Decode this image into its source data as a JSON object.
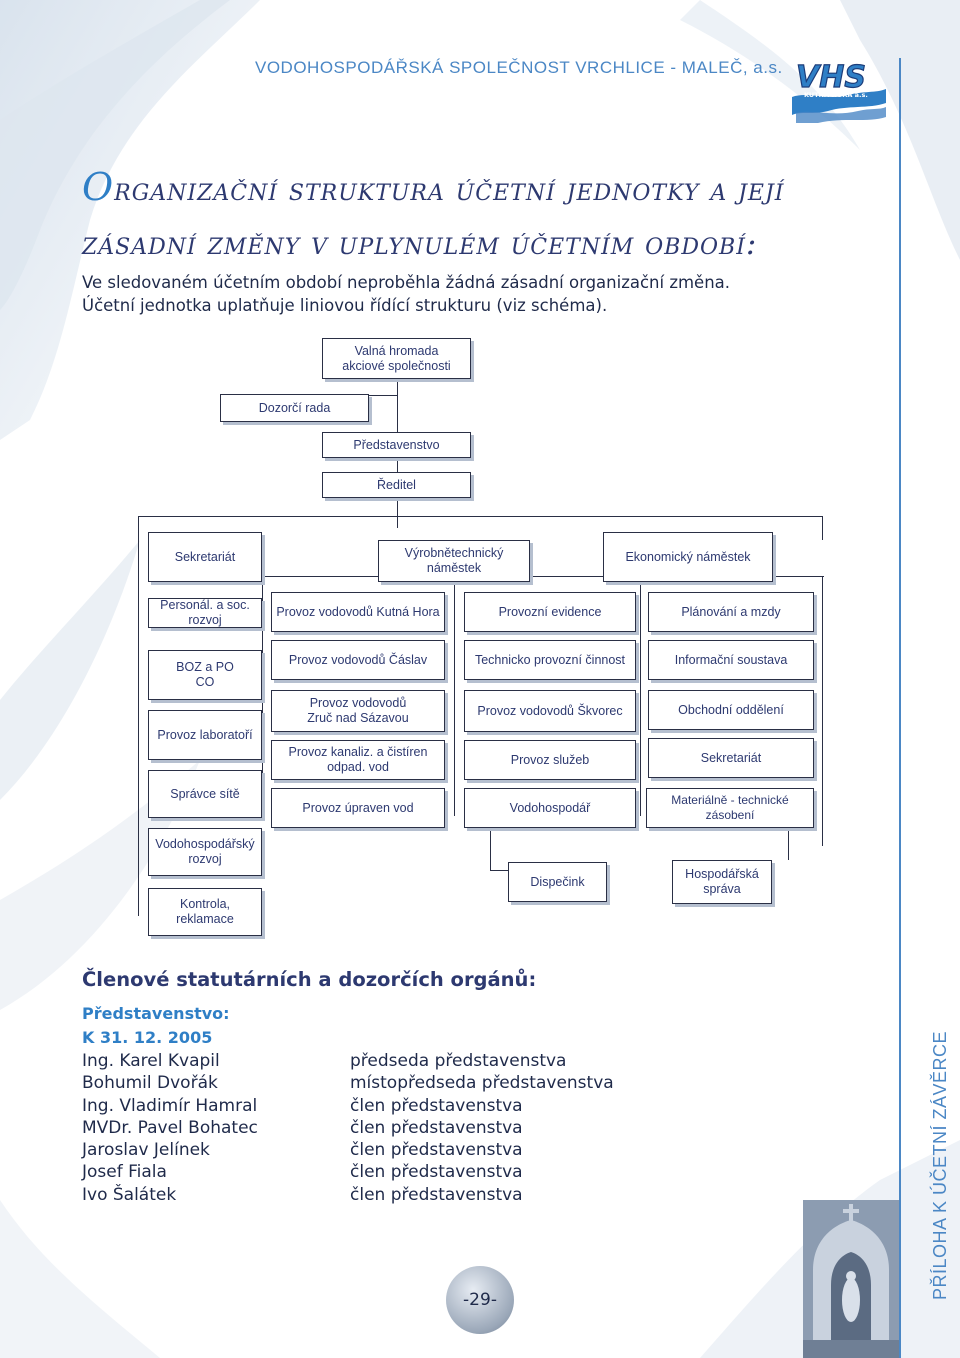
{
  "header": {
    "company": "VODOHOSPODÁŘSKÁ SPOLEČNOST VRCHLICE - MALEČ, a.s.",
    "logo_text": "VHS",
    "logo_subtext": "KUTNÁ HORA a.s."
  },
  "title": {
    "first_letter": "O",
    "line1_rest": "rganizační struktura účetní jednotky a její",
    "line2": "zásadní změny v uplynulém účetním období:"
  },
  "intro": {
    "line1": "Ve sledovaném účetním období neproběhla žádná zásadní organizační změna.",
    "line2": "Účetní jednotka uplatňuje liniovou řídící strukturu (viz schéma)."
  },
  "org_chart": {
    "valna_hromada": "Valná hromada\nakciové společnosti",
    "dozorci_rada": "Dozorčí rada",
    "predstavenstvo": "Představenstvo",
    "reditel": "Ředitel",
    "sekretariat": "Sekretariát",
    "vyrobne_technicky": "Výrobnětechnický náměstek",
    "ekonomicky": "Ekonomický náměstek",
    "col1": [
      "Personál. a soc. rozvoj",
      "BOZ a PO\nCO",
      "Provoz laboratoří",
      "Správce sítě",
      "Vodohospodářský\nrozvoj",
      "Kontrola, reklamace"
    ],
    "col2": [
      "Provoz vodovodů Kutná Hora",
      "Provoz vodovodů Čáslav",
      "Provoz vodovodů\nZruč nad Sázavou",
      "Provoz kanaliz. a čistíren\nodpad. vod",
      "Provoz úpraven vod"
    ],
    "col3": [
      "Provozní evidence",
      "Technicko provozní činnost",
      "Provoz vodovodů Škvorec",
      "Provoz služeb",
      "Vodohospodář",
      "Dispečink"
    ],
    "col4": [
      "Plánování a mzdy",
      "Informační soustava",
      "Obchodní oddělení",
      "Sekretariát",
      "Materiálně - technické zásobení",
      "Hospodářská\nspráva"
    ]
  },
  "members": {
    "heading": "Členové statutárních a dozorčích orgánů:",
    "board_label": "Představenstvo:",
    "date": "K 31. 12. 2005",
    "list": [
      {
        "name": "Ing. Karel Kvapil",
        "role": "předseda představenstva"
      },
      {
        "name": "Bohumil Dvořák",
        "role": "místopředseda představenstva"
      },
      {
        "name": "Ing. Vladimír Hamral",
        "role": "člen představenstva"
      },
      {
        "name": "MVDr. Pavel Bohatec",
        "role": "člen představenstva"
      },
      {
        "name": "Jaroslav Jelínek",
        "role": "člen představenstva"
      },
      {
        "name": "Josef Fiala",
        "role": "člen představenstva"
      },
      {
        "name": "Ivo Šalátek",
        "role": "člen představenstva"
      }
    ]
  },
  "page_number": "-29-",
  "side_label": "PŘÍLOHA K ÚČETNÍ ZÁVĚRCE",
  "colors": {
    "accent": "#4b87c5",
    "title": "#2d3970",
    "title_first": "#2f7fc6"
  }
}
